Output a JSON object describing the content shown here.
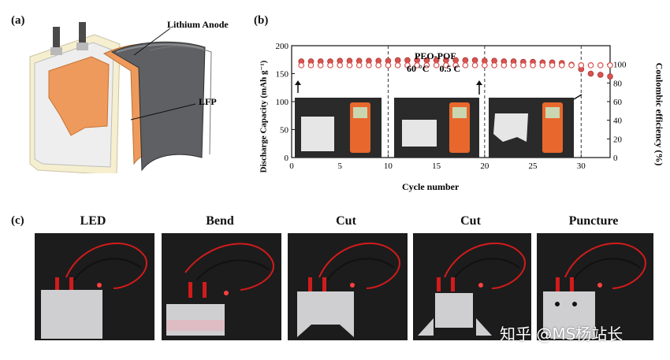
{
  "panel_a": {
    "label": "(a)",
    "anode_label": "Lithium Anode",
    "cathode_label": "LFP"
  },
  "panel_b": {
    "label": "(b)",
    "annotation_line1": "PEO-POF",
    "annotation_line2_temp": "60 °C",
    "annotation_line2_rate": "0.5 C",
    "annotation_color": "#c0262b",
    "marker_color": "#d9534f"
  },
  "chart_data": {
    "type": "scatter",
    "xlabel": "Cycle number",
    "ylabel": "Discharge Capacity (mAh g⁻¹)",
    "y2label": "Coulombic efficiency (%)",
    "xlim": [
      0,
      33
    ],
    "ylim": [
      0,
      200
    ],
    "y2lim": [
      0,
      120
    ],
    "xticks": [
      0,
      5,
      10,
      15,
      20,
      25,
      30
    ],
    "yticks": [
      0,
      50,
      100,
      150,
      200
    ],
    "y2ticks": [
      0,
      20,
      40,
      60,
      80,
      100
    ],
    "dashed_vlines": [
      10,
      20,
      30
    ],
    "grid": false,
    "series": [
      {
        "axis": "left",
        "x": [
          1,
          2,
          3,
          4,
          5,
          6,
          7,
          8,
          9,
          10,
          11,
          12,
          13,
          14,
          15,
          16,
          17,
          18,
          19,
          20,
          21,
          22,
          23,
          24,
          25,
          26,
          27,
          28,
          29,
          30,
          31,
          32,
          33
        ],
        "values": [
          172,
          172,
          172,
          172,
          173,
          173,
          173,
          173,
          173,
          173,
          174,
          174,
          174,
          174,
          174,
          174,
          174,
          174,
          174,
          173,
          173,
          172,
          172,
          171,
          171,
          170,
          170,
          169,
          166,
          158,
          150,
          148,
          145
        ]
      },
      {
        "axis": "right",
        "x": [
          1,
          2,
          3,
          4,
          5,
          6,
          7,
          8,
          9,
          10,
          11,
          12,
          13,
          14,
          15,
          16,
          17,
          18,
          19,
          20,
          21,
          22,
          23,
          24,
          25,
          26,
          27,
          28,
          29,
          30,
          31,
          32,
          33
        ],
        "values": [
          99,
          99,
          99,
          99,
          99,
          99,
          99,
          99,
          99,
          99,
          99,
          99,
          99,
          99,
          99,
          99,
          99,
          99,
          99,
          99,
          99,
          99,
          99,
          99,
          99,
          99,
          99,
          99,
          99,
          99,
          99,
          99,
          99
        ]
      }
    ]
  },
  "panel_c": {
    "label": "(c)",
    "photos": [
      {
        "title": "LED"
      },
      {
        "title": "Bend"
      },
      {
        "title": "Cut"
      },
      {
        "title": "Cut"
      },
      {
        "title": "Puncture"
      }
    ]
  },
  "watermark": "知乎 @MS杨站长",
  "colors": {
    "anode_orange": "#ee9a5c",
    "cathode_gray": "#5e6063",
    "frame_beige": "#f6efcf",
    "photo_bg": "#1c1c1c",
    "wire_red": "#d21b1b",
    "foil_silver": "#cfcfd2"
  }
}
